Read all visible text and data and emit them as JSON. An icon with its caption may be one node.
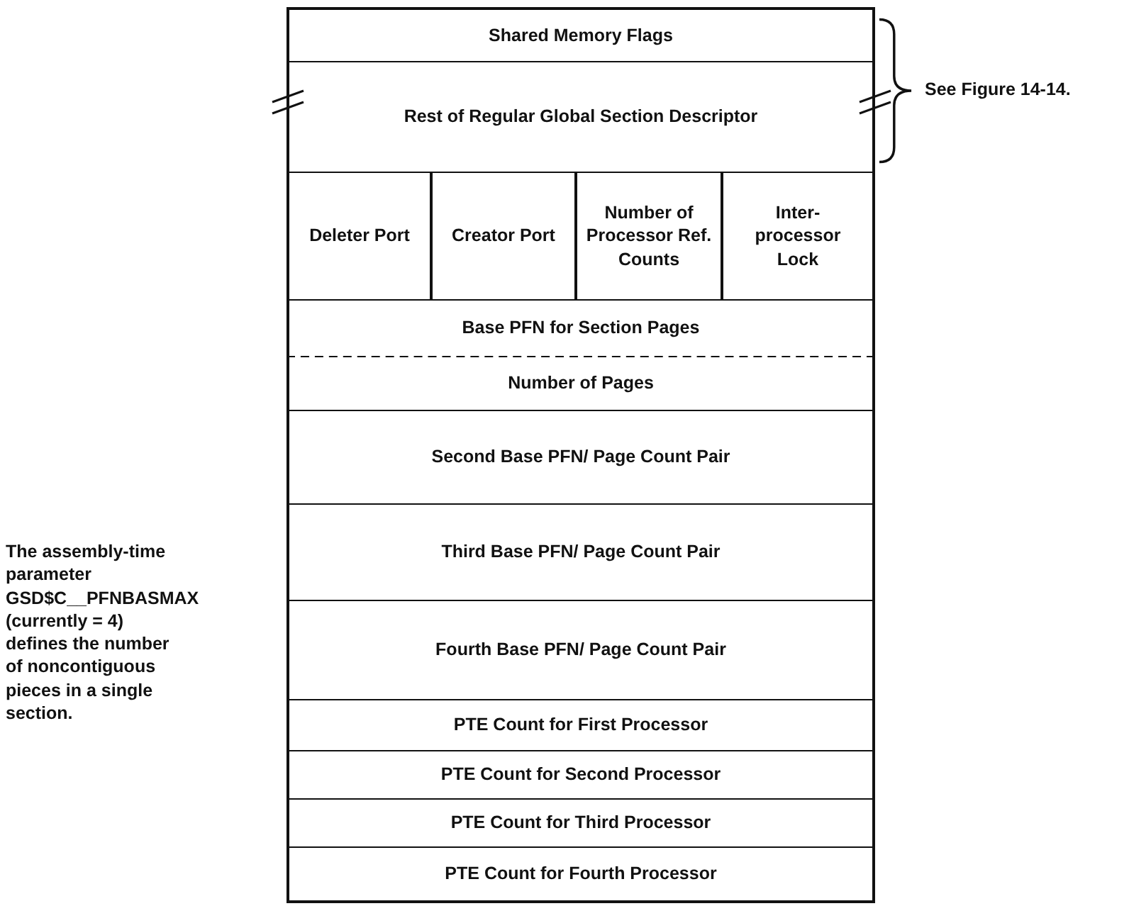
{
  "diagram": {
    "nodes": [
      {
        "text": [
          "Shared Memory Flags"
        ]
      },
      {
        "text": [
          "Rest of Regular Global Section Descriptor"
        ]
      },
      {
        "text": [
          "Deleter Port"
        ]
      },
      {
        "text": [
          "Creator Port"
        ]
      },
      {
        "text": [
          "Number of Processor Ref. Counts"
        ]
      },
      {
        "text": [
          "Inter-processor Lock"
        ]
      },
      {
        "text": [
          "Base PFN for Section Pages"
        ]
      },
      {
        "text": [
          "Number of Pages"
        ]
      },
      {
        "text": [
          "Second Base PFN/ Page Count Pair"
        ]
      },
      {
        "text": [
          "Third Base PFN/ Page Count Pair"
        ]
      },
      {
        "text": [
          "Fourth Base PFN/ Page Count Pair"
        ]
      },
      {
        "text": [
          "PTE Count for First Processor"
        ]
      },
      {
        "text": [
          "PTE Count for Second Processor"
        ]
      },
      {
        "text": [
          "PTE Count for Third Processor"
        ]
      },
      {
        "text": [
          "PTE Count for Fourth Processor"
        ]
      }
    ],
    "edges": [],
    "labels": [
      "See Figure 14-14.",
      "The assembly-time parameter GSD$C__PFNBASMAX (currently = 4) defines the number of noncontiguous pieces in a single section."
    ]
  }
}
